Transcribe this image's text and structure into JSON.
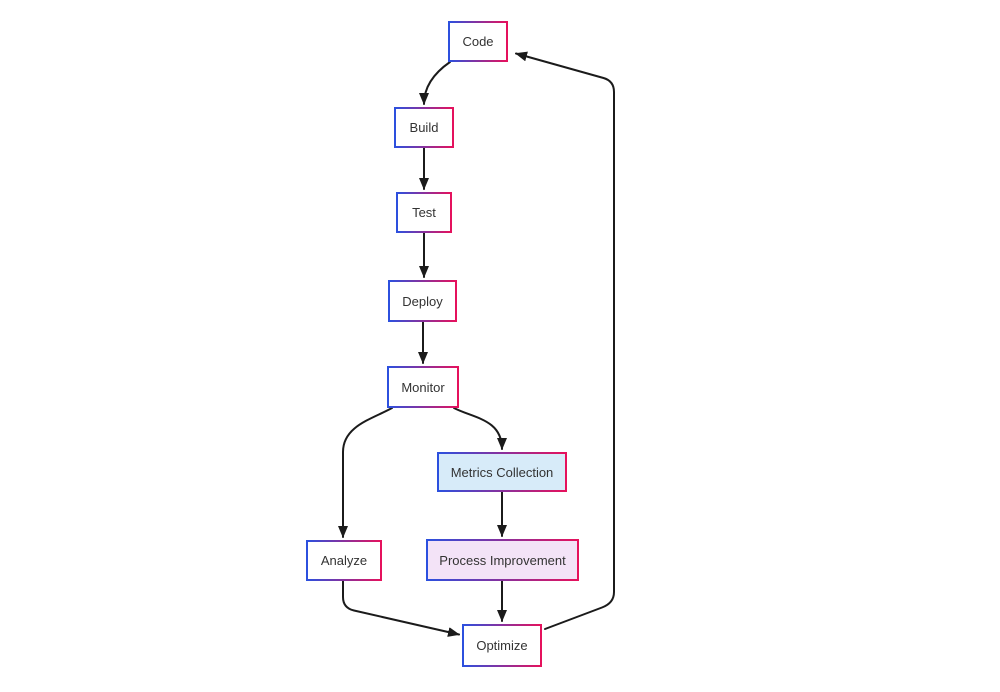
{
  "diagram": {
    "title": "",
    "type": "flowchart",
    "nodes": [
      {
        "id": "code",
        "label": "Code",
        "fill": "#ffffff"
      },
      {
        "id": "build",
        "label": "Build",
        "fill": "#ffffff"
      },
      {
        "id": "test",
        "label": "Test",
        "fill": "#ffffff"
      },
      {
        "id": "deploy",
        "label": "Deploy",
        "fill": "#ffffff"
      },
      {
        "id": "monitor",
        "label": "Monitor",
        "fill": "#ffffff"
      },
      {
        "id": "metrics-collection",
        "label": "Metrics Collection",
        "fill": "#d7ebf9"
      },
      {
        "id": "analyze",
        "label": "Analyze",
        "fill": "#ffffff"
      },
      {
        "id": "process-improvement",
        "label": "Process Improvement",
        "fill": "#f3e3f7"
      },
      {
        "id": "optimize",
        "label": "Optimize",
        "fill": "#ffffff"
      }
    ],
    "edges": [
      {
        "from": "Code",
        "to": "Build"
      },
      {
        "from": "Build",
        "to": "Test"
      },
      {
        "from": "Test",
        "to": "Deploy"
      },
      {
        "from": "Deploy",
        "to": "Monitor"
      },
      {
        "from": "Monitor",
        "to": "Analyze"
      },
      {
        "from": "Monitor",
        "to": "Metrics Collection"
      },
      {
        "from": "Metrics Collection",
        "to": "Process Improvement"
      },
      {
        "from": "Analyze",
        "to": "Optimize"
      },
      {
        "from": "Process Improvement",
        "to": "Optimize"
      },
      {
        "from": "Optimize",
        "to": "Code"
      }
    ],
    "colors": {
      "border_gradient_start": "#2b50df",
      "border_gradient_end": "#e6115c",
      "edge_line": "#1b1b1b",
      "node_text": "#333333",
      "background": "#ffffff"
    }
  }
}
